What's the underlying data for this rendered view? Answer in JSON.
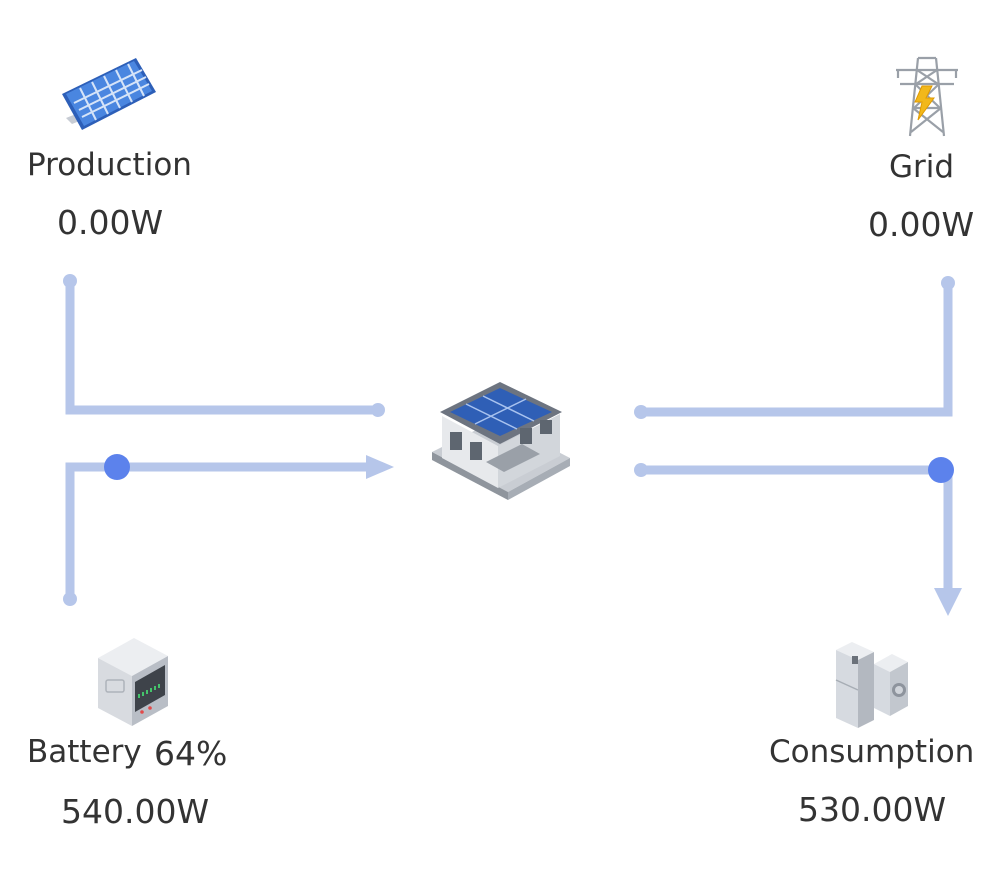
{
  "nodes": {
    "production": {
      "label": "Production",
      "value": "0.00W",
      "icon": "solar-panel-icon"
    },
    "grid": {
      "label": "Grid",
      "value": "0.00W",
      "icon": "power-tower-icon"
    },
    "battery": {
      "label": "Battery",
      "percent": "64%",
      "value": "540.00W",
      "icon": "battery-cabinet-icon"
    },
    "consumption": {
      "label": "Consumption",
      "value": "530.00W",
      "icon": "appliances-icon"
    },
    "home": {
      "icon": "house-icon"
    }
  },
  "colors": {
    "line": "#b6c6ea",
    "dot": "#5c82ec",
    "text": "#333333"
  }
}
